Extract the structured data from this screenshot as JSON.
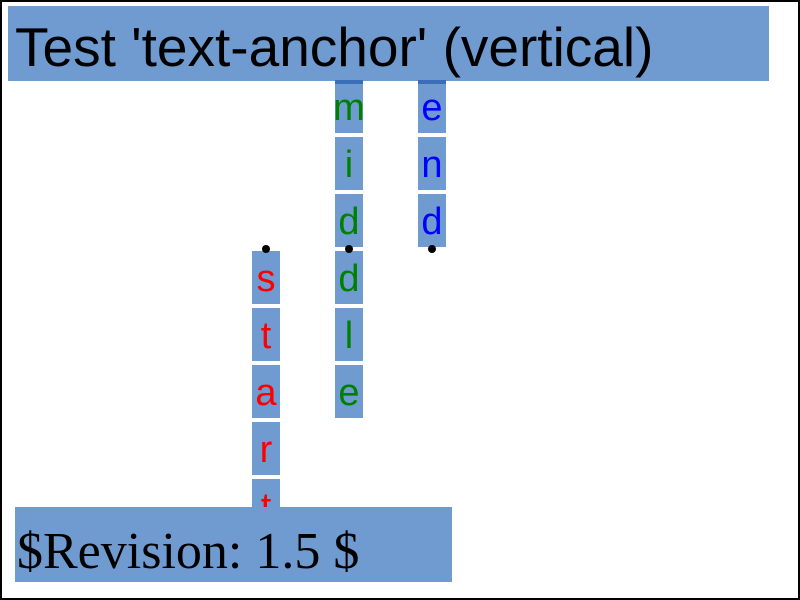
{
  "title": "Test 'text-anchor' (vertical)",
  "revision": "$Revision: 1.5 $",
  "samples": [
    {
      "id": "start",
      "text": "start",
      "anchor": "start",
      "color": "#ff0000"
    },
    {
      "id": "middle",
      "text": "middle",
      "anchor": "middle",
      "color": "#008000"
    },
    {
      "id": "end",
      "text": "end",
      "anchor": "end",
      "color": "#0000ff"
    }
  ],
  "colors": {
    "highlight": "#6f9bd1",
    "highlight_edge": "#3a6fb8",
    "marker": "#000000",
    "frame": "#000000",
    "background": "#ffffff"
  }
}
